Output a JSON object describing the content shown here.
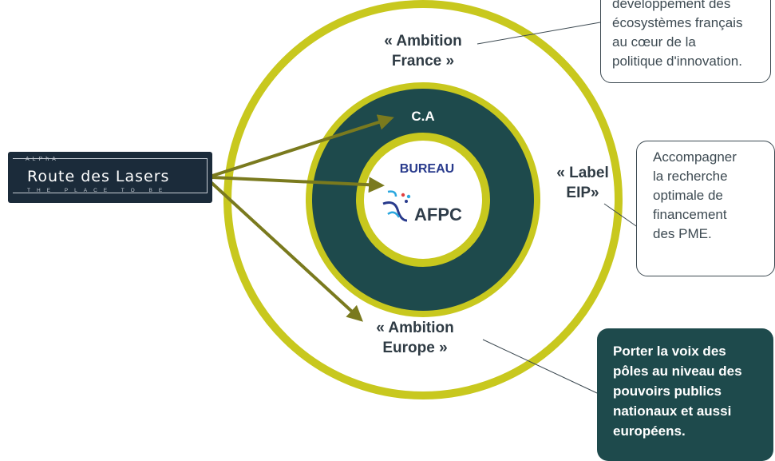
{
  "outer_ring_label": [
    "« Ambition",
    "France »"
  ],
  "europe_label": [
    "« Ambition",
    "Europe »"
  ],
  "eip_label": [
    "« Label",
    "EIP»"
  ],
  "ca_label": "C.A",
  "bureau_label": "BUREAU",
  "afpc_label": "AFPC",
  "logo": {
    "alpha": "ALPhA",
    "title": "Route des Lasers",
    "tagline": "THE PLACE TO BE"
  },
  "callout_france": [
    "développement des",
    "écosystèmes français",
    "au cœur de la",
    "politique d'innovation."
  ],
  "callout_eip": [
    "Accompagner",
    "la recherche",
    "optimale de",
    "financement",
    "des PME."
  ],
  "callout_europe": [
    "Porter la voix des",
    "pôles au niveau des",
    "pouvoirs publics",
    "nationaux et aussi",
    "européens."
  ],
  "colors": {
    "ring_yellow": "#c8c81e",
    "ring_dark": "#1e4a4c",
    "arrow": "#7a7a1e",
    "logo_bg": "#1b2b3a"
  }
}
